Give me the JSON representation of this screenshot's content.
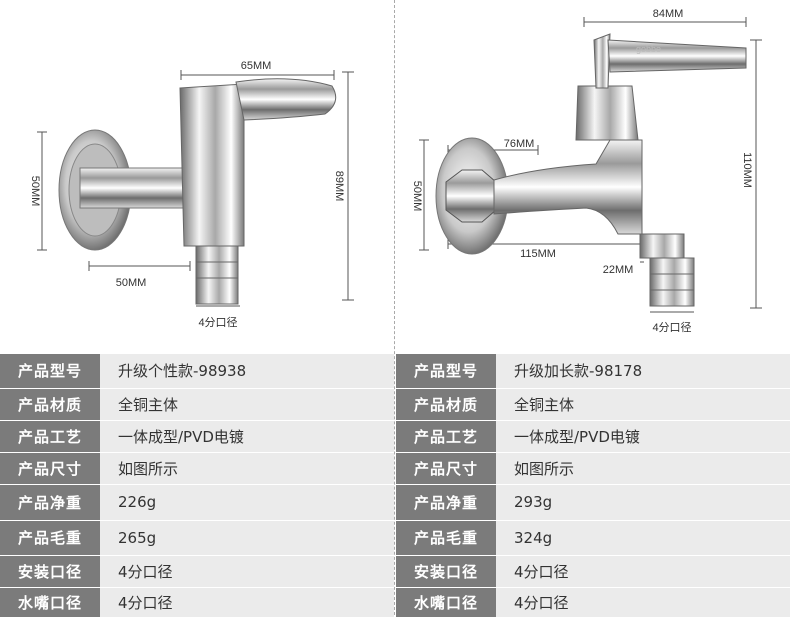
{
  "left": {
    "dims": {
      "width": "65MM",
      "height": "89MM",
      "depth": "50MM",
      "flange": "50MM",
      "outlet": "4分口径"
    },
    "specs": [
      {
        "label": "产品型号",
        "value": "升级个性款-98938"
      },
      {
        "label": "产品材质",
        "value": "全铜主体"
      },
      {
        "label": "产品工艺",
        "value": "一体成型/PVD电镀"
      },
      {
        "label": "产品尺寸",
        "value": "如图所示"
      },
      {
        "label": "产品净重",
        "value": "226g"
      },
      {
        "label": "产品毛重",
        "value": "265g"
      },
      {
        "label": "安装口径",
        "value": "4分口径"
      },
      {
        "label": "水嘴口径",
        "value": "4分口径"
      }
    ]
  },
  "right": {
    "dims": {
      "handle": "84MM",
      "height": "110MM",
      "flange": "50MM",
      "spout": "76MM",
      "length": "115MM",
      "nozzle": "22MM",
      "outlet": "4分口径"
    },
    "brand": "gobbe",
    "specs": [
      {
        "label": "产品型号",
        "value": "升级加长款-98178"
      },
      {
        "label": "产品材质",
        "value": "全铜主体"
      },
      {
        "label": "产品工艺",
        "value": "一体成型/PVD电镀"
      },
      {
        "label": "产品尺寸",
        "value": "如图所示"
      },
      {
        "label": "产品净重",
        "value": "293g"
      },
      {
        "label": "产品毛重",
        "value": "324g"
      },
      {
        "label": "安装口径",
        "value": "4分口径"
      },
      {
        "label": "水嘴口径",
        "value": "4分口径"
      }
    ]
  },
  "colors": {
    "label_bg": "#7b7b7b",
    "value_bg": "#ebebeb",
    "line": "#555555"
  }
}
